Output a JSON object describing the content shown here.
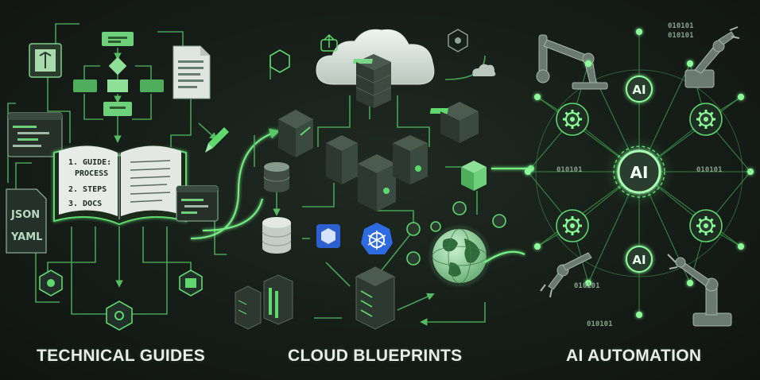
{
  "panels": [
    {
      "title": "TECHNICAL GUIDES"
    },
    {
      "title": "CLOUD BLUEPRINTS"
    },
    {
      "title": "AI AUTOMATION"
    }
  ],
  "book": {
    "lines": [
      "1. GUIDE:",
      "PROCESS",
      "2. STEPS",
      "3. DOCS"
    ]
  },
  "file_labels": [
    "JSON",
    "YAML"
  ],
  "ai": {
    "hub_label": "AI",
    "node_label": "AI",
    "binary": "010101"
  },
  "colors": {
    "accent": "#5fd86e",
    "glow": "#8dff9a",
    "panel_bg": "#161d18",
    "device": "#2f3a33"
  }
}
